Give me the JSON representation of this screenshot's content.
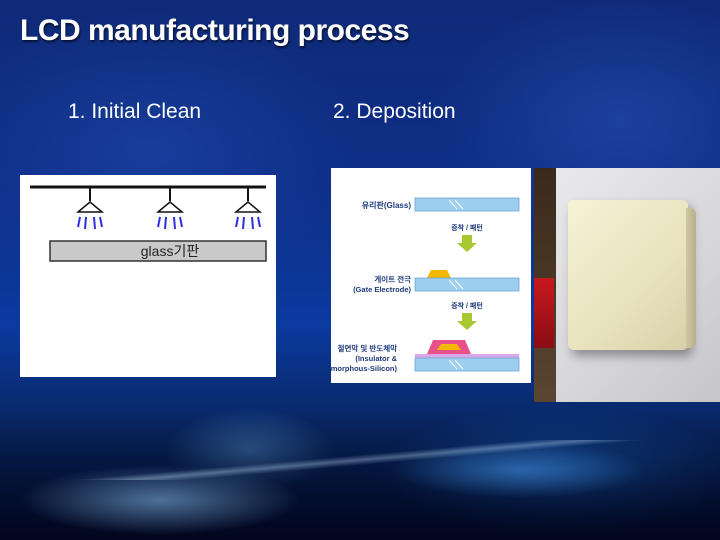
{
  "slide": {
    "title": "LCD manufacturing process",
    "step1": {
      "caption": "1. Initial Clean",
      "glass_label": "glass기판"
    },
    "step2": {
      "caption": "2. Deposition",
      "diagram": {
        "glass_label": "유리판(Glass)",
        "arrow1_label": "증착 / 패턴",
        "gate_label_kr": "게이트 전극",
        "gate_label_en": "(Gate Electrode)",
        "arrow2_label": "증착 / 패턴",
        "insulator_label_kr": "절연막 및 반도체막",
        "insulator_label_en1": "(Insulator &",
        "insulator_label_en2": "Amorphous-Silicon)"
      }
    },
    "colors": {
      "glass_fill": "#9ccfef",
      "gate_fill": "#f5b800",
      "insulator_fill": "#e8508a",
      "arrow_fill": "#a8c832",
      "label_text": "#1d3a7a"
    }
  }
}
